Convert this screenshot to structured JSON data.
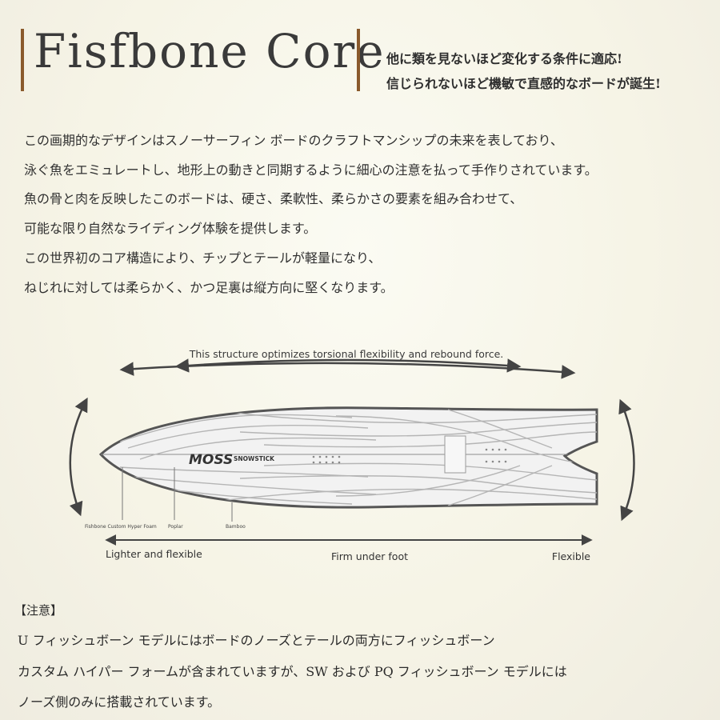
{
  "header": {
    "title": "Fisfbone Core",
    "tagline": [
      "他に類を見ないほど変化する条件に適応!",
      "信じられないほど機敏で直感的なボードが誕生!"
    ]
  },
  "body": {
    "paragraph_lines": [
      "この画期的なデザインはスノーサーフィン ボードのクラフトマンシップの未来を表しており、",
      "泳ぐ魚をエミュレートし、地形上の動きと同期するように細心の注意を払って手作りされています。",
      "魚の骨と肉を反映したこのボードは、硬さ、柔軟性、柔らかさの要素を組み合わせて、",
      "可能な限り自然なライディング体験を提供します。",
      "この世界初のコア構造により、チップとテールが軽量になり、",
      "ねじれに対しては柔らかく、かつ足裏は縦方向に堅くなります。"
    ]
  },
  "diagram": {
    "top_caption": "This structure optimizes torsional flexibility and rebound force.",
    "brand_logo": "MOSS",
    "brand_sub": "SNOWSTICK",
    "materials": {
      "foam": "Fishbone Custom Hyper Foam",
      "poplar": "Poplar",
      "bamboo": "Bamboo"
    },
    "zones": {
      "left": "Lighter and flexible",
      "center": "Firm under foot",
      "right": "Flexible"
    },
    "colors": {
      "board_outline": "#555555",
      "board_fill": "#f2f2f2",
      "grain": "#b5b5b5",
      "arrow": "#444444"
    }
  },
  "note": {
    "title": "【注意】",
    "lines": [
      "U フィッシュボーン モデルにはボードのノーズとテールの両方にフィッシュボーン",
      "カスタム ハイパー フォームが含まれていますが、SW および PQ フィッシュボーン モデルには",
      "ノーズ側のみに搭載されています。"
    ]
  }
}
